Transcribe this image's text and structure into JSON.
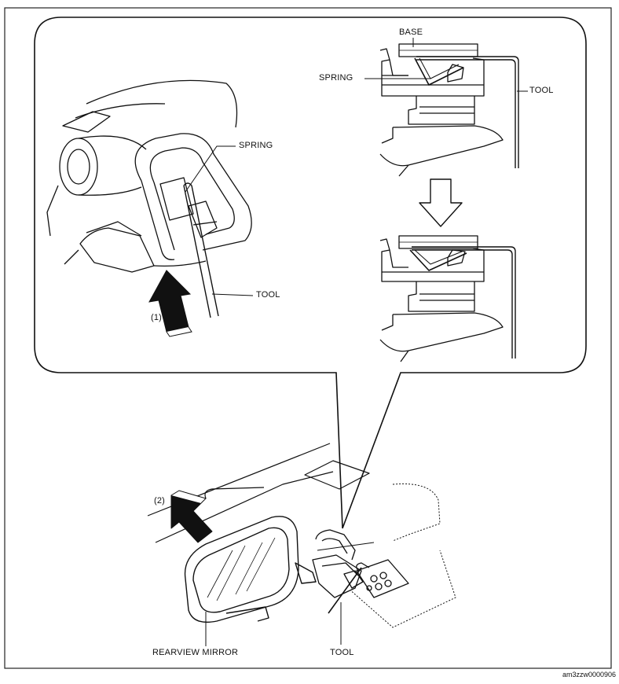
{
  "labels": {
    "base": "BASE",
    "spring_top": "SPRING",
    "tool_top": "TOOL",
    "spring_left": "SPRING",
    "tool_left": "TOOL",
    "step1": "(1)",
    "step2": "(2)",
    "rearview_mirror": "REARVIEW MIRROR",
    "tool_bottom": "TOOL"
  },
  "figure_code": "am3zzw0000906"
}
